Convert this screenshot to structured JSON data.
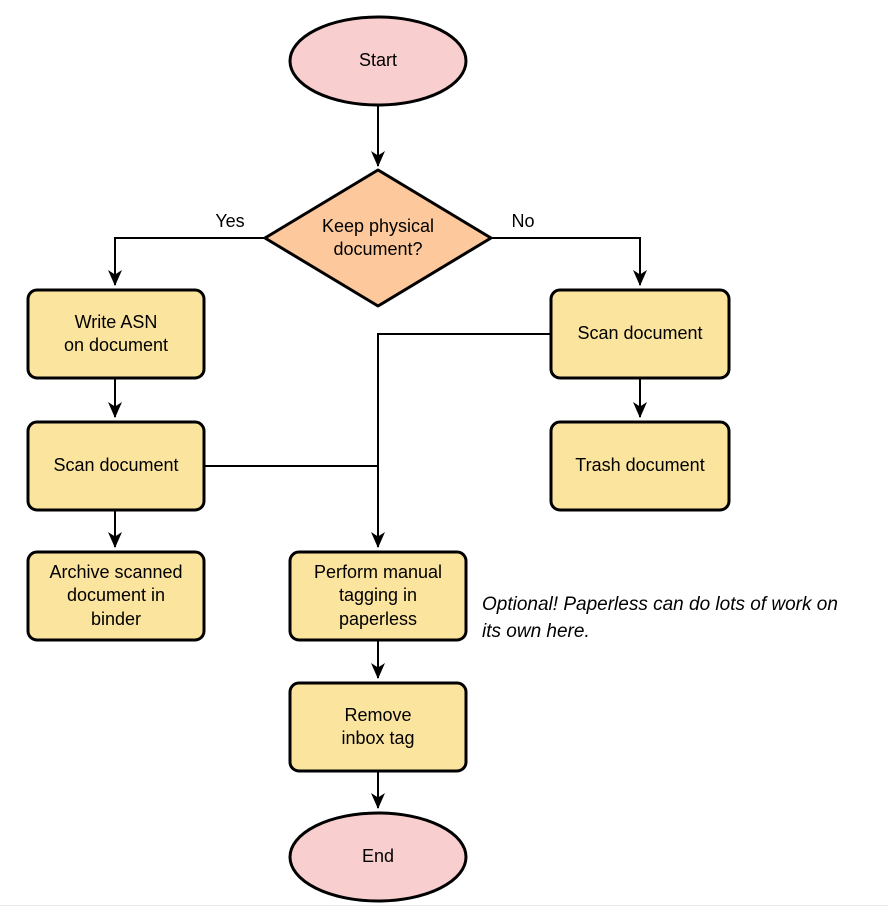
{
  "diagram": {
    "nodes": {
      "start": {
        "label": "Start"
      },
      "decision": {
        "label": "Keep physical\ndocument?"
      },
      "write_asn": {
        "label": "Write ASN\non document"
      },
      "scan_left": {
        "label": "Scan document"
      },
      "archive": {
        "label": "Archive scanned\ndocument in\nbinder"
      },
      "scan_right": {
        "label": "Scan document"
      },
      "trash": {
        "label": "Trash document"
      },
      "tagging": {
        "label": "Perform manual\ntagging in\npaperless"
      },
      "remove_inbox": {
        "label": "Remove\ninbox tag"
      },
      "end": {
        "label": "End"
      }
    },
    "edge_labels": {
      "yes": "Yes",
      "no": "No"
    },
    "annotation": "Optional! Paperless can do lots of work on\nits own here.",
    "colors": {
      "terminal_fill": "#F8CFCE",
      "decision_fill": "#FDC99C",
      "process_fill": "#FBE49E",
      "stroke": "#000000"
    }
  }
}
